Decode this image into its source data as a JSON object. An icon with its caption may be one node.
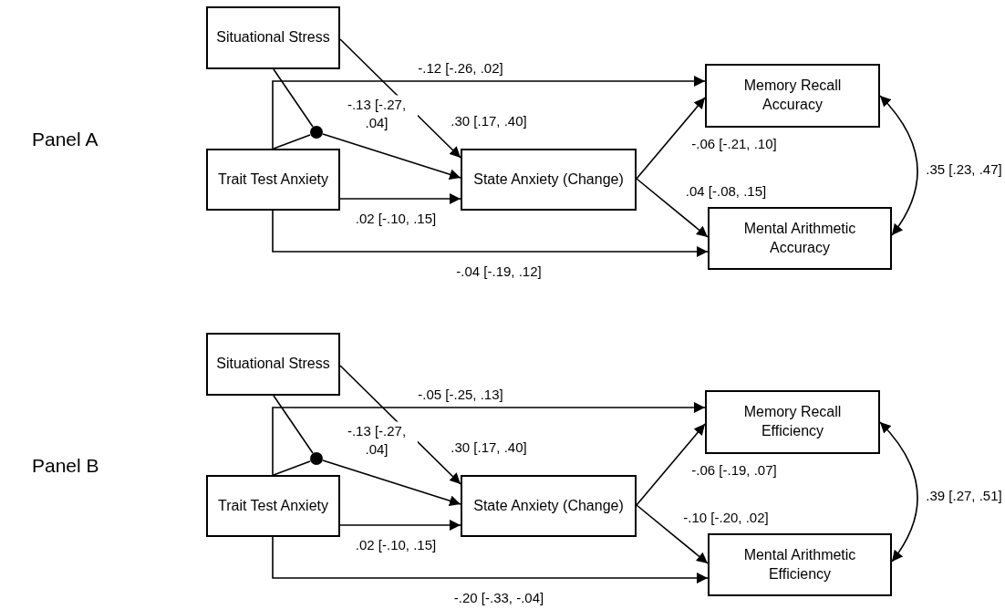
{
  "diagram": {
    "nodes": [
      {
        "text": [
          "Situational Stress"
        ]
      },
      {
        "text": [
          "Trait Test Anxiety"
        ]
      },
      {
        "text": [],
        "shape": "circle"
      },
      {
        "text": [
          "State Anxiety (Change)"
        ]
      },
      {
        "text": [
          "Memory Recall Accuracy"
        ]
      },
      {
        "text": [
          "Mental Arithmetic Accuracy"
        ]
      },
      {
        "text": [
          "Situational Stress"
        ]
      },
      {
        "text": [
          "Trait Test Anxiety"
        ]
      },
      {
        "text": [],
        "shape": "circle"
      },
      {
        "text": [
          "State Anxiety (Change)"
        ]
      },
      {
        "text": [
          "Memory Recall Efficiency"
        ]
      },
      {
        "text": [
          "Mental Arithmetic Efficiency"
        ]
      }
    ],
    "edges": [
      {
        "from": 0,
        "to": 3,
        "arrow": "to",
        "label": ".30 [.17, .40]"
      },
      {
        "from": 0,
        "to": 2,
        "arrow": "none"
      },
      {
        "from": 1,
        "to": 2,
        "arrow": "none"
      },
      {
        "from": 2,
        "to": 3,
        "arrow": "to",
        "label": "-.13 [-.27, .04]"
      },
      {
        "from": 1,
        "to": 3,
        "arrow": "to",
        "label": ".02 [-.10, .15]"
      },
      {
        "from": 1,
        "to": 4,
        "arrow": "to",
        "label": "-.12 [-.26, .02]"
      },
      {
        "from": 1,
        "to": 5,
        "arrow": "to",
        "label": "-.04 [-.19, .12]"
      },
      {
        "from": 3,
        "to": 4,
        "arrow": "to",
        "label": "-.06 [-.21, .10]"
      },
      {
        "from": 3,
        "to": 5,
        "arrow": "to",
        "label": ".04 [-.08, .15]"
      },
      {
        "from": 4,
        "to": 5,
        "arrow": "both",
        "label": ".35 [.23, .47]"
      },
      {
        "from": 6,
        "to": 9,
        "arrow": "to",
        "label": ".30 [.17, .40]"
      },
      {
        "from": 6,
        "to": 8,
        "arrow": "none"
      },
      {
        "from": 7,
        "to": 8,
        "arrow": "none"
      },
      {
        "from": 8,
        "to": 9,
        "arrow": "to",
        "label": "-.13 [-.27, .04]"
      },
      {
        "from": 7,
        "to": 9,
        "arrow": "to",
        "label": ".02 [-.10, .15]"
      },
      {
        "from": 7,
        "to": 10,
        "arrow": "to",
        "label": "-.05 [-.25, .13]"
      },
      {
        "from": 7,
        "to": 11,
        "arrow": "to",
        "label": "-.20 [-.33, -.04]"
      },
      {
        "from": 9,
        "to": 10,
        "arrow": "to",
        "label": "-.06 [-.19, .07]"
      },
      {
        "from": 9,
        "to": 11,
        "arrow": "to",
        "label": "-.10 [-.20, .02]"
      },
      {
        "from": 10,
        "to": 11,
        "arrow": "both",
        "label": ".39 [.27, .51]"
      }
    ],
    "labels": [
      "Panel A",
      "Panel B"
    ]
  }
}
